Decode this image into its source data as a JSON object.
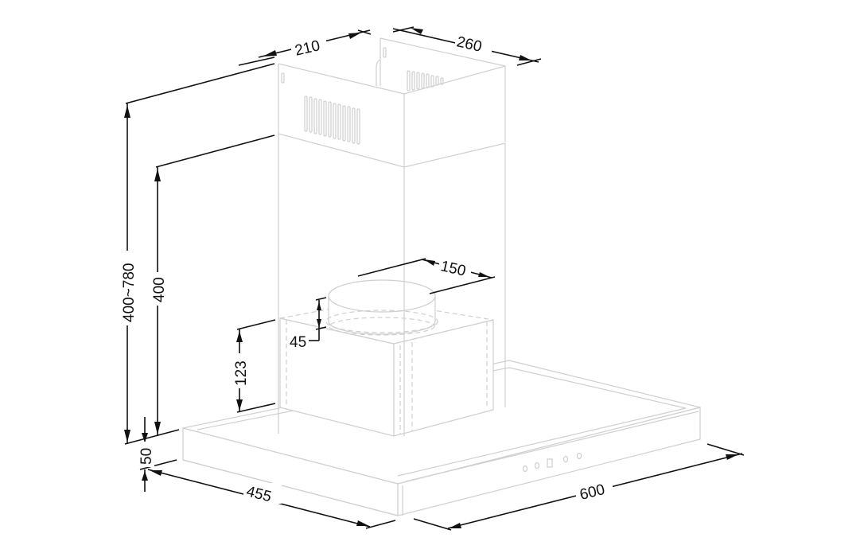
{
  "diagram": {
    "subject": "chimney range hood dimension drawing",
    "units": "mm",
    "line_colors": {
      "outline": "#cfcfcf",
      "dimension": "#111111",
      "background": "#ffffff"
    },
    "dimensions": {
      "chimney_width": "210",
      "chimney_depth": "260",
      "chimney_height_range": "400~780",
      "chimney_lower_height": "400",
      "motor_box_height": "123",
      "outlet_collar_height": "45",
      "outlet_diameter": "150",
      "canopy_thickness": "50",
      "canopy_depth": "455",
      "canopy_width": "600"
    },
    "control_panel": {
      "buttons": [
        "button-1",
        "button-2",
        "display",
        "button-3",
        "button-4"
      ]
    }
  }
}
